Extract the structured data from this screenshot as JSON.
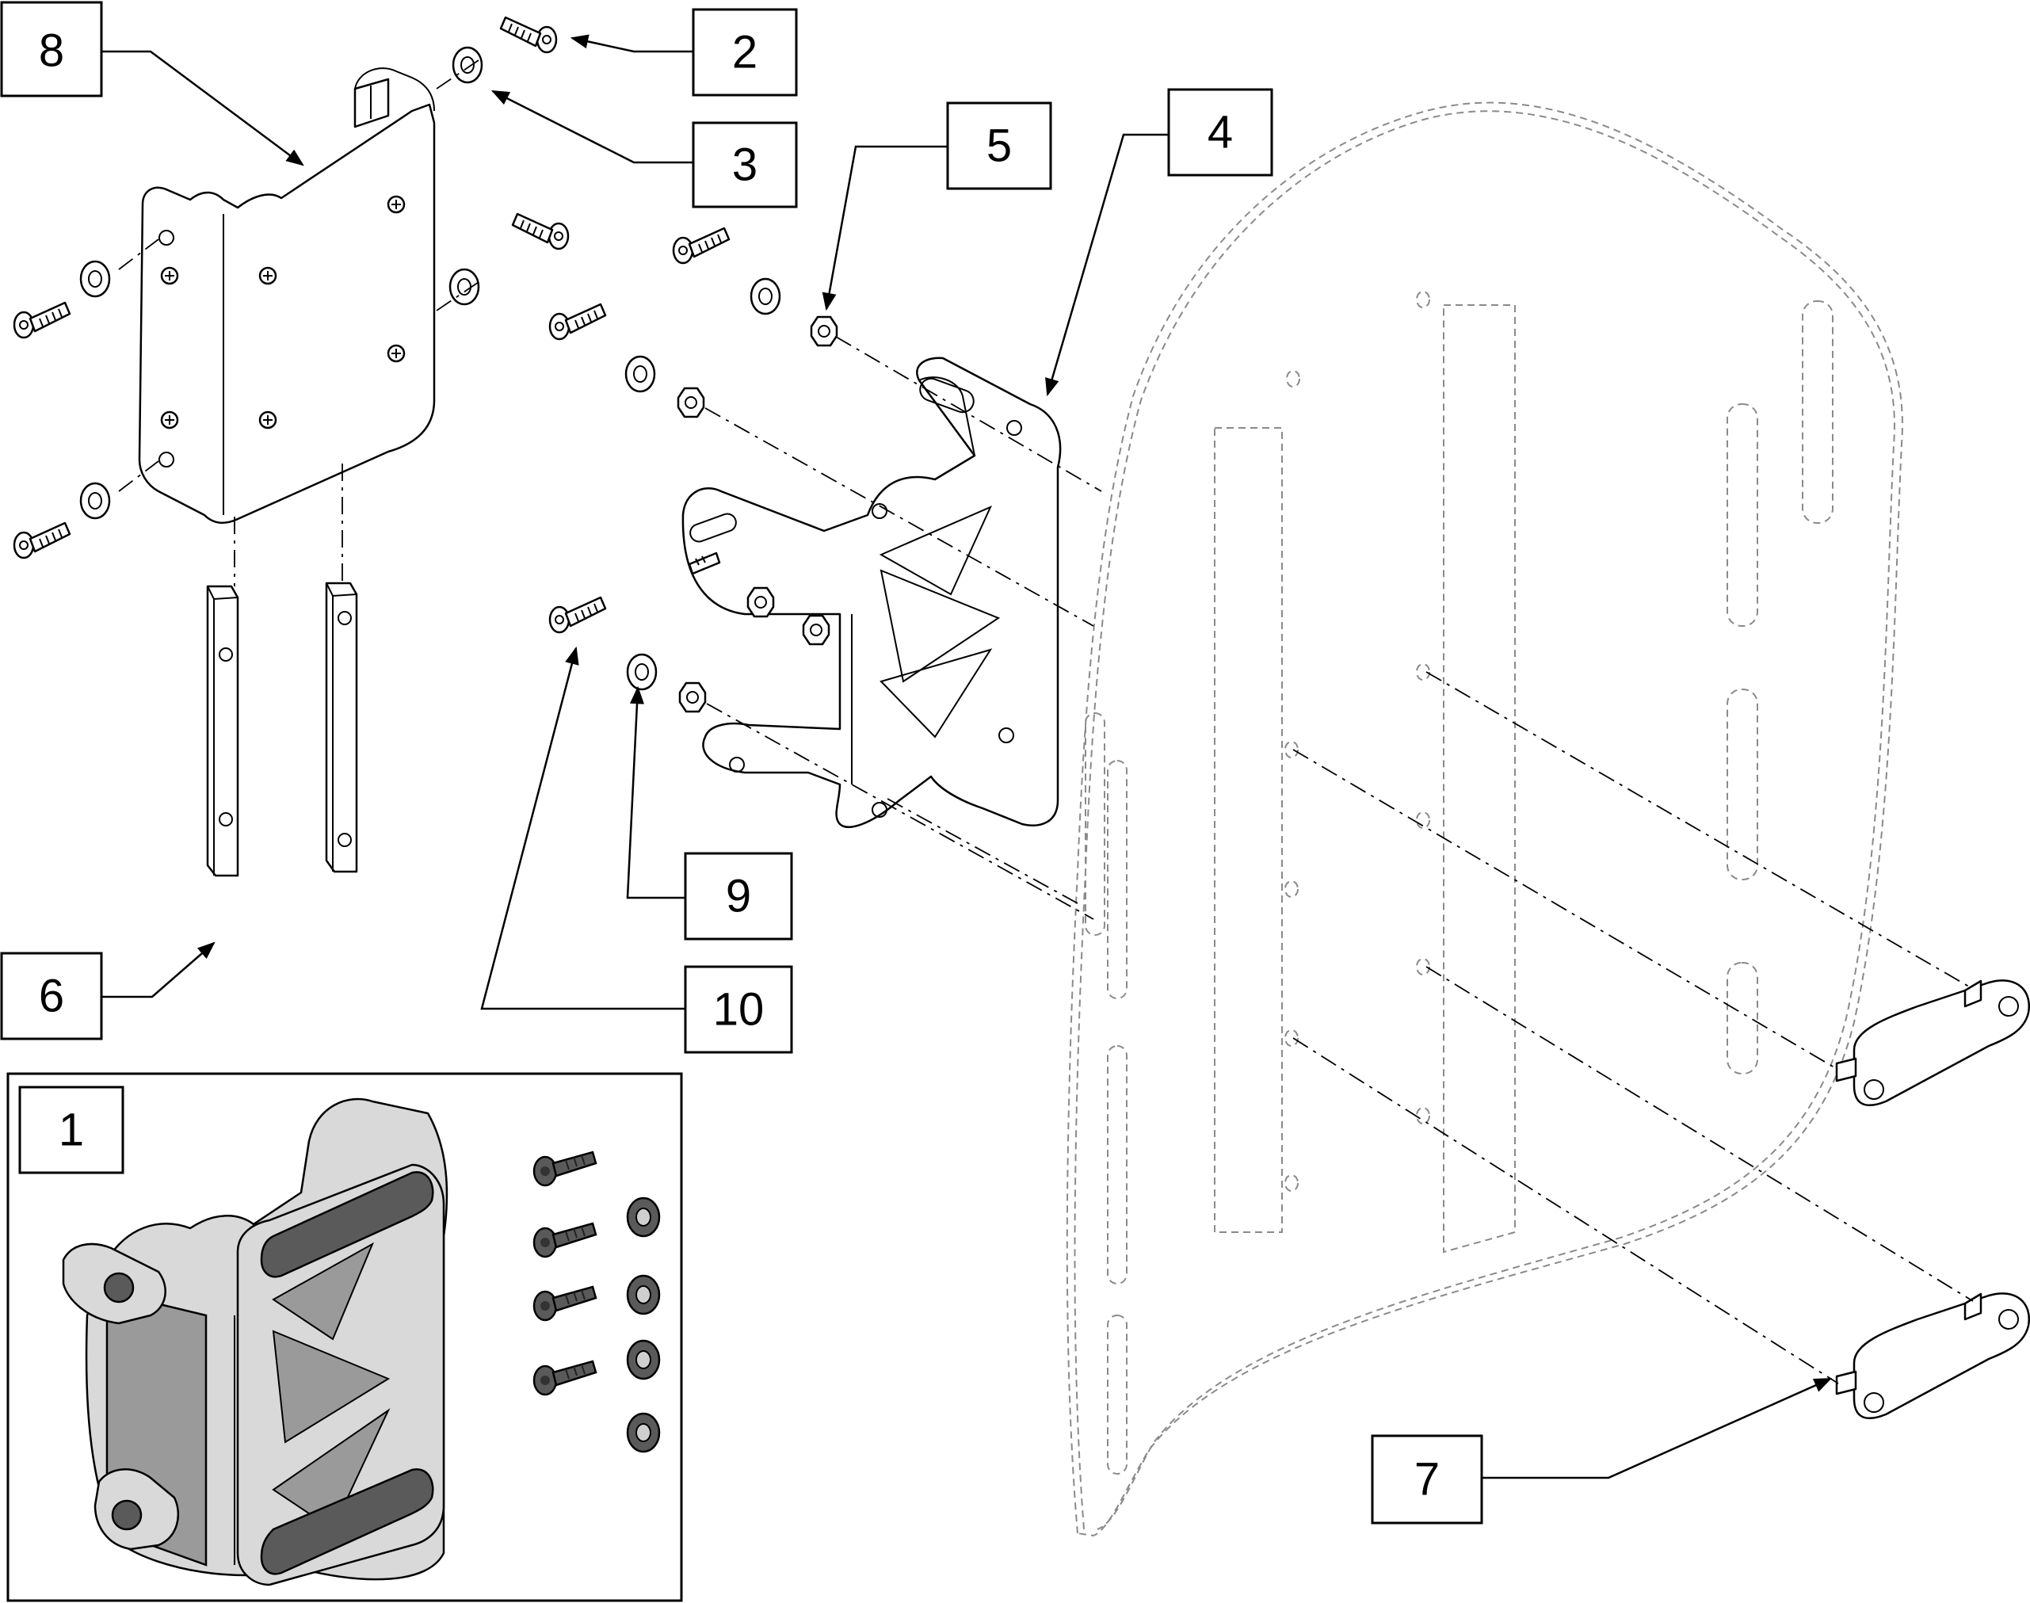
{
  "diagram": {
    "callouts": [
      {
        "id": "1",
        "label": "1"
      },
      {
        "id": "2",
        "label": "2"
      },
      {
        "id": "3",
        "label": "3"
      },
      {
        "id": "4",
        "label": "4"
      },
      {
        "id": "5",
        "label": "5"
      },
      {
        "id": "6",
        "label": "6"
      },
      {
        "id": "7",
        "label": "7"
      },
      {
        "id": "8",
        "label": "8"
      },
      {
        "id": "9",
        "label": "9"
      },
      {
        "id": "10",
        "label": "10"
      }
    ]
  },
  "colors": {
    "line": "#000000",
    "ghost_outline": "#8a8a8a",
    "assembly_light": "#d9d9d9",
    "assembly_mid": "#9a9a9a",
    "assembly_dark": "#5a5a5a",
    "background": "#ffffff"
  }
}
